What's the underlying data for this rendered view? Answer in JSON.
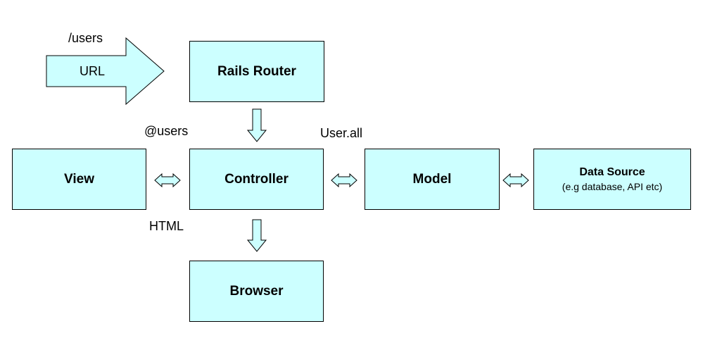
{
  "colors": {
    "box_fill": "#ccffff",
    "border": "#000000",
    "background": "#ffffff"
  },
  "url_arrow": {
    "path_label": "/users",
    "label": "URL"
  },
  "boxes": {
    "rails_router": "Rails Router",
    "view": "View",
    "controller": "Controller",
    "model": "Model",
    "data_source": {
      "title": "Data Source",
      "subtitle": "(e.g database, API etc)"
    },
    "browser": "Browser"
  },
  "annotations": {
    "view_controller_top": "@users",
    "view_controller_bottom": "HTML",
    "controller_model": "User.all"
  }
}
